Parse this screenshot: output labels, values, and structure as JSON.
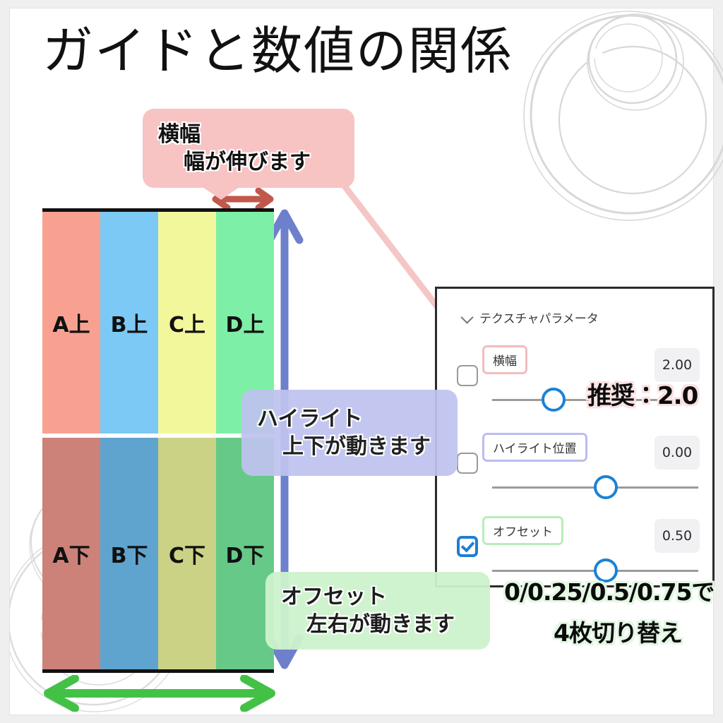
{
  "page": {
    "title": "ガイドと数値の関係",
    "background": "#efefef",
    "card_background": "#ffffff"
  },
  "swatch": {
    "upper_labels": [
      "A上",
      "B上",
      "C上",
      "D上"
    ],
    "lower_labels": [
      "A下",
      "B下",
      "C下",
      "D下"
    ],
    "upper_colors": [
      "#F9A191",
      "#7CC9F5",
      "#F3F79C",
      "#7EEFA6"
    ],
    "lower_colors": [
      "#CC8279",
      "#5FA4CE",
      "#CBD285",
      "#66C988"
    ],
    "divider_color": "#ffffff",
    "rule_color": "#111111"
  },
  "callouts": {
    "width": {
      "line1": "横幅",
      "line2": "幅が伸びます",
      "color": "#f8c3c3"
    },
    "highlight": {
      "line1": "ハイライト",
      "line2": "上下が動きます",
      "color": "#bfc3ef"
    },
    "offset": {
      "line1": "オフセット",
      "line2": "左右が動きます",
      "color": "#cdf3cd"
    }
  },
  "arrows": {
    "width_arrow": {
      "name": "double-headed-horizontal-arrow",
      "color": "#c0584b"
    },
    "highlight_arrow": {
      "name": "double-headed-vertical-arrow",
      "color": "#6e80cb"
    },
    "offset_arrow": {
      "name": "double-headed-horizontal-arrow",
      "color": "#43c146"
    }
  },
  "panel": {
    "header": "テクスチャパラメータ",
    "rows": [
      {
        "label": "横幅",
        "value": "2.00",
        "checked": false,
        "knob_percent": 38,
        "accent": "#f3bcbc"
      },
      {
        "label": "ハイライト位置",
        "value": "0.00",
        "checked": false,
        "knob_percent": 52,
        "accent": "#b9bdf0"
      },
      {
        "label": "オフセット",
        "value": "0.50",
        "checked": true,
        "knob_percent": 52,
        "accent": "#b7eeb7"
      }
    ],
    "border_color": "#2b2b2b",
    "knob_color": "#1a82d6",
    "value_bg": "#f1f1f3"
  },
  "annotations": {
    "recommend": "推奨：2.0",
    "offset_note_line1": "0/0.25/0.5/0.75で",
    "offset_note_line2": "4枚切り替え"
  }
}
